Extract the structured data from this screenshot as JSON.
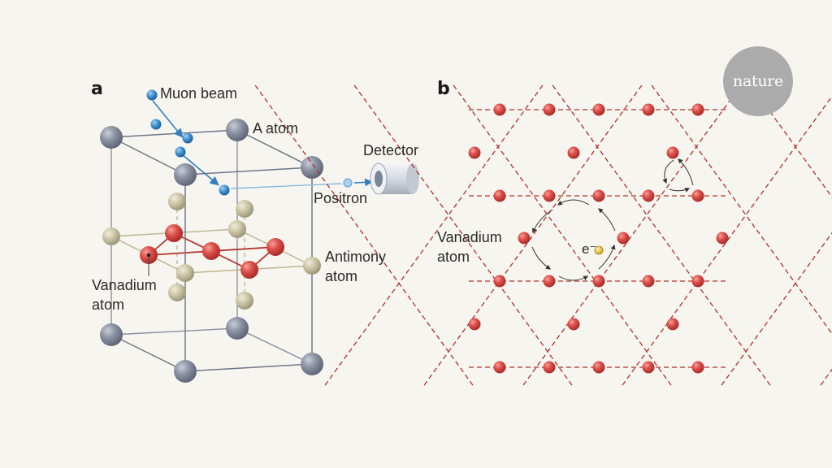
{
  "brand": {
    "logo_text": "nature",
    "badge_color": "#ababab"
  },
  "panel_a": {
    "letter": "a",
    "labels": {
      "muon_beam": "Muon beam",
      "a_atom": "A atom",
      "detector": "Detector",
      "positron": "Positron",
      "antimony_1": "Antimony",
      "antimony_2": "atom",
      "vanadium_1": "Vanadium",
      "vanadium_2": "atom"
    }
  },
  "panel_b": {
    "letter": "b",
    "labels": {
      "vanadium_1": "Vanadium",
      "vanadium_2": "atom",
      "electron": "e⁻"
    }
  },
  "colors": {
    "background": "#f6f5ef",
    "a_atom": "#8c93a3",
    "vanadium": "#d9534f",
    "antimony": "#cdc6a8",
    "muon": "#3d8fd0",
    "electron": "#f0c43c",
    "lattice_dash": "#b2302c",
    "frame": "#6f7688"
  }
}
